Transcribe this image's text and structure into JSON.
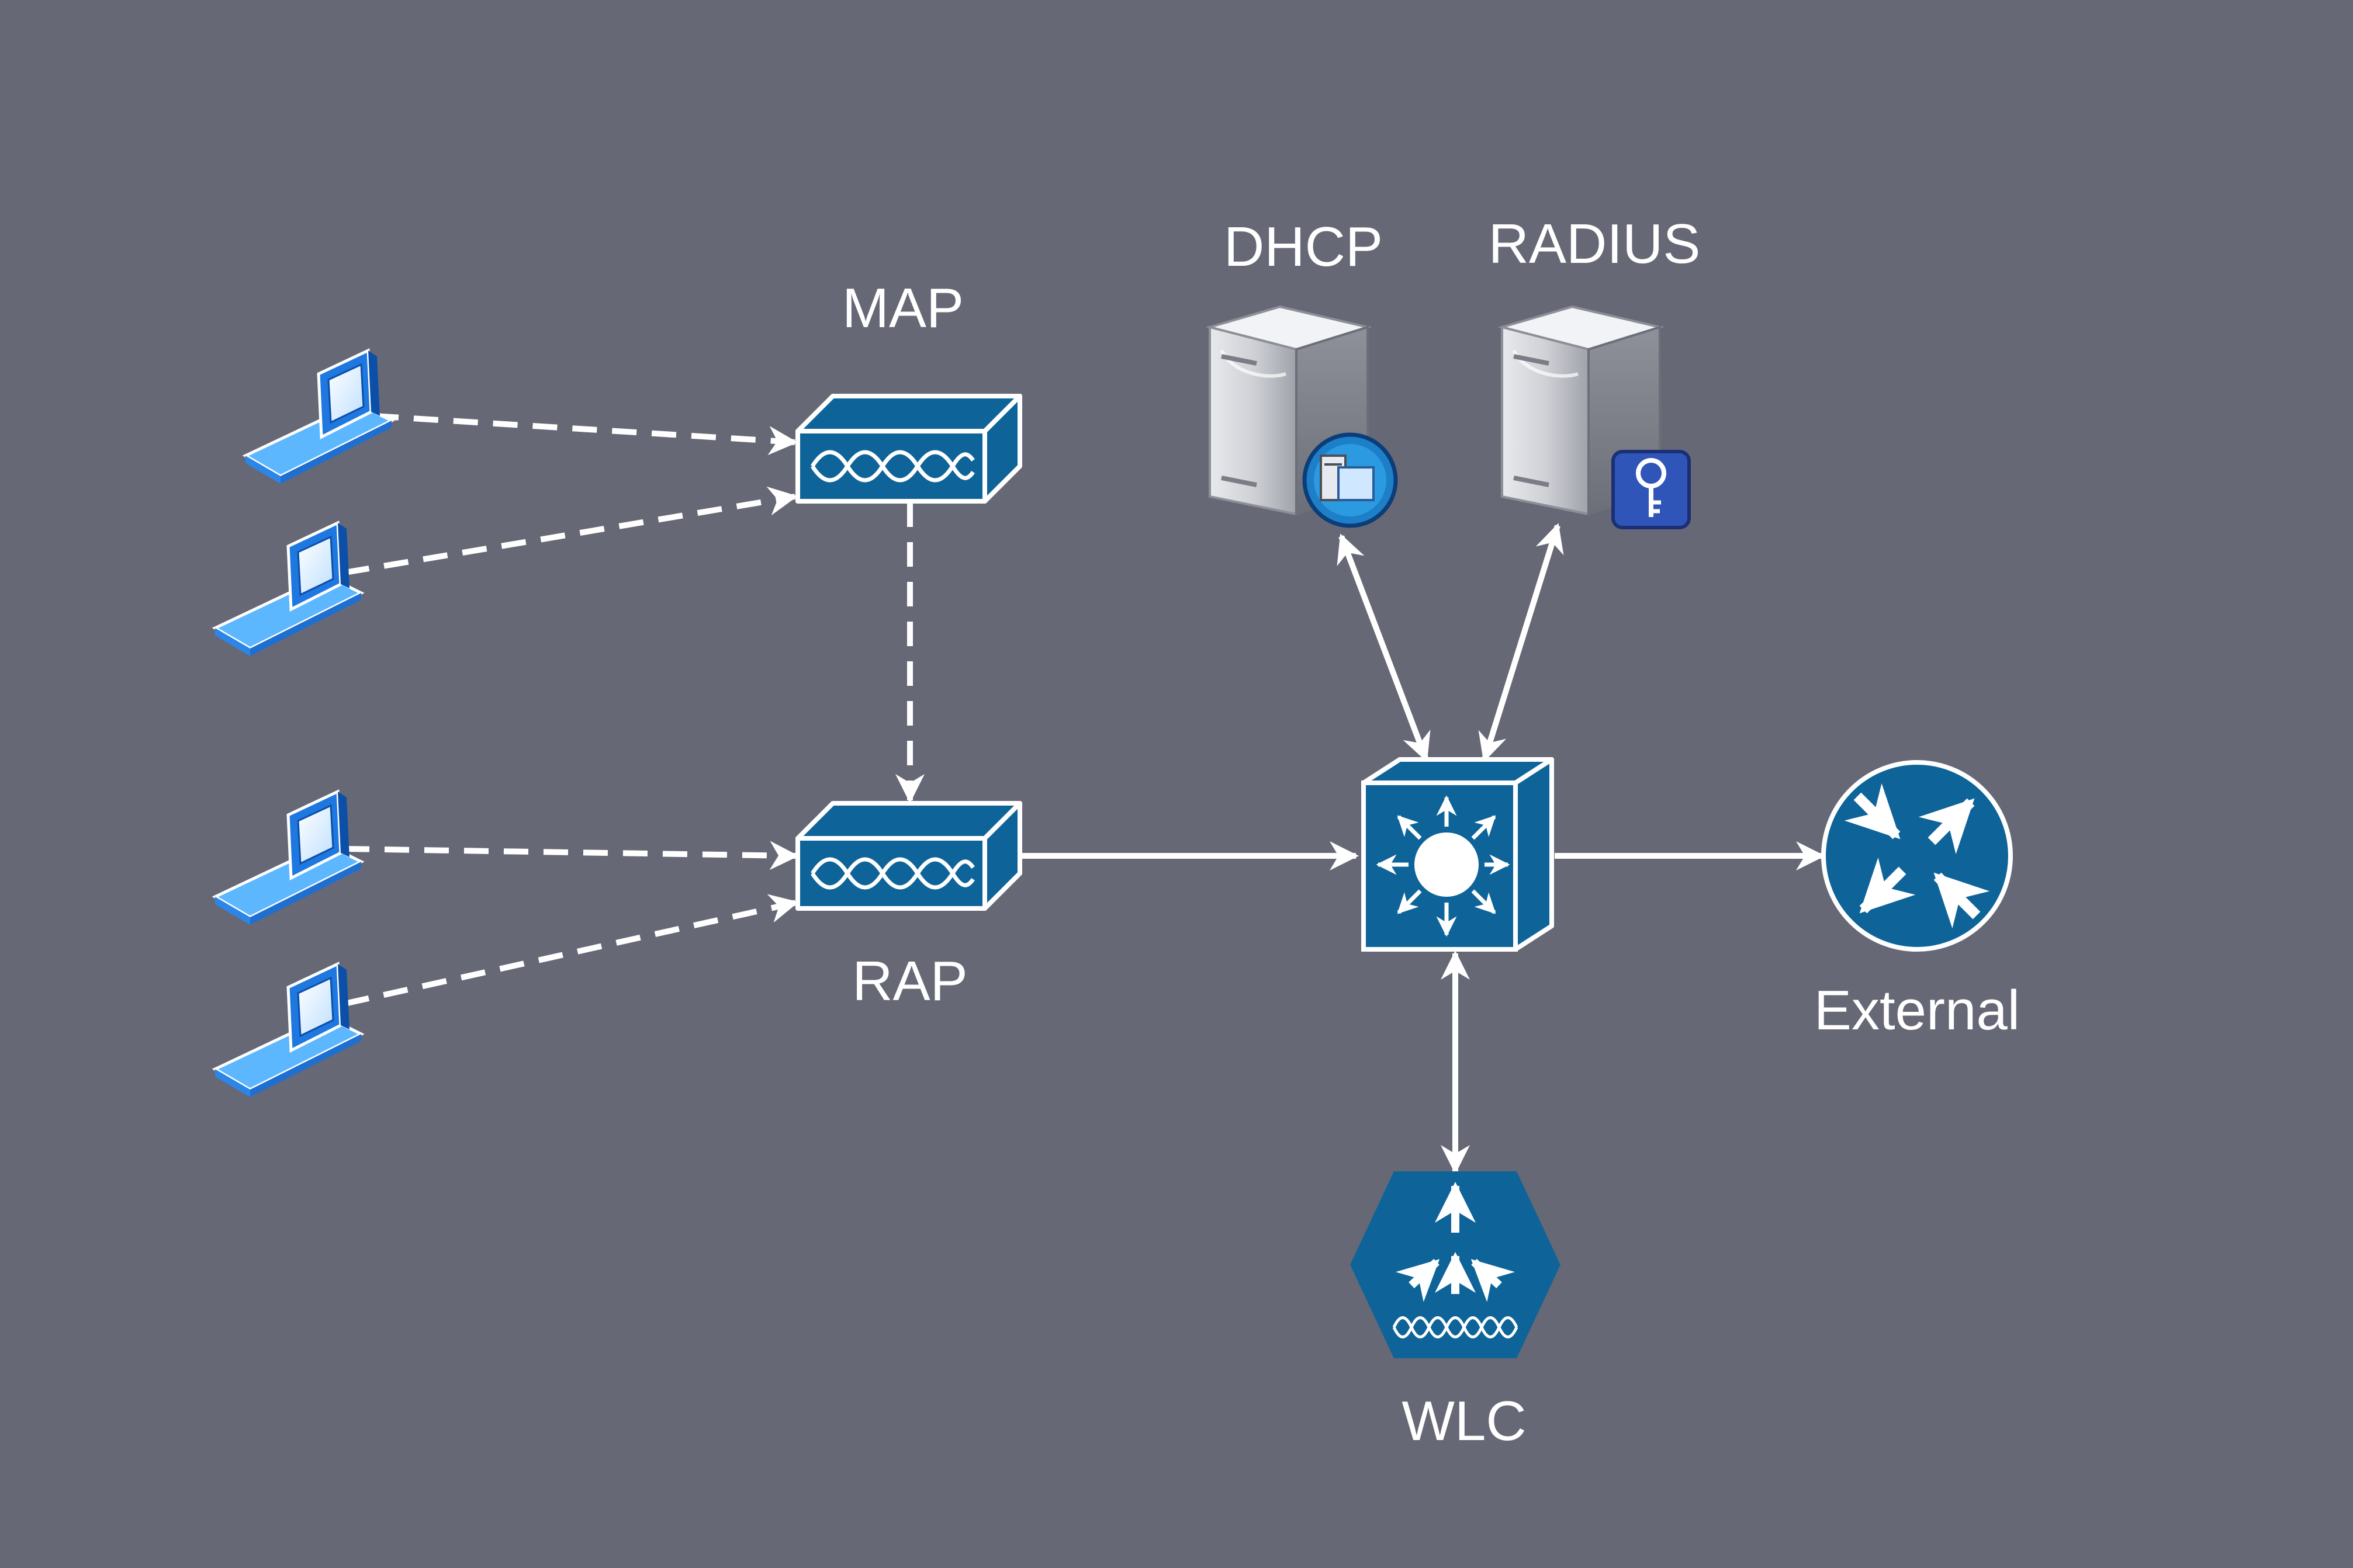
{
  "labels": {
    "map": "MAP",
    "rap": "RAP",
    "dhcp": "DHCP",
    "radius": "RADIUS",
    "external": "External",
    "wlc": "WLC"
  },
  "colors": {
    "background": "#676876",
    "device_blue": "#0e6499",
    "link": "#ffffff",
    "laptop_blue": "#3aa0f0",
    "server_grey": "#c4c6cc",
    "radius_badge": "#3055b8"
  },
  "icons": {
    "laptops": "laptop-icon",
    "access_points": "access-point-icon",
    "switch": "multilayer-switch-icon",
    "router": "router-icon",
    "controller": "wireless-lan-controller-icon",
    "dhcp_server": "dhcp-server-icon",
    "radius_server": "radius-server-icon"
  }
}
